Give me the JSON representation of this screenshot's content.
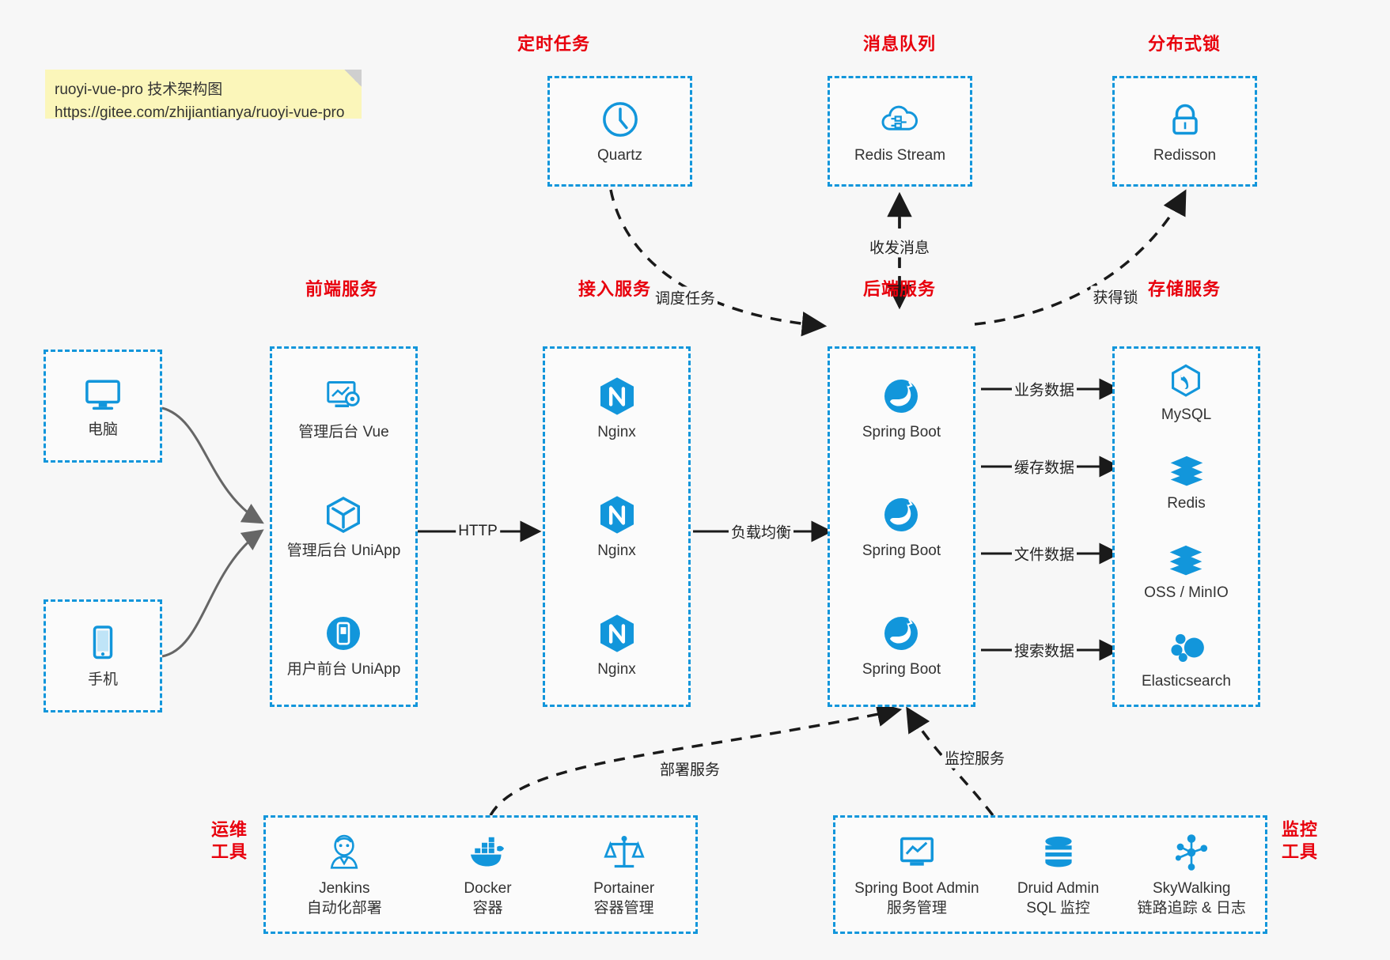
{
  "note": {
    "line1": "ruoyi-vue-pro 技术架构图",
    "line2": "https://gitee.com/zhijiantianya/ruoyi-vue-pro"
  },
  "groups": {
    "scheduled_task": "定时任务",
    "message_queue": "消息队列",
    "distributed_lock": "分布式锁",
    "frontend_service": "前端服务",
    "gateway_service": "接入服务",
    "backend_service": "后端服务",
    "storage_service": "存储服务",
    "devops_tools": "运维\n工具",
    "monitor_tools": "监控\n工具"
  },
  "clients": [
    {
      "label": "电脑",
      "icon": "desktop-icon"
    },
    {
      "label": "手机",
      "icon": "mobile-icon"
    }
  ],
  "scheduled_task": [
    {
      "label": "Quartz",
      "icon": "clock-icon"
    }
  ],
  "message_queue": [
    {
      "label": "Redis Stream",
      "icon": "cloud-stream-icon"
    }
  ],
  "distributed_lock": [
    {
      "label": "Redisson",
      "icon": "lock-icon"
    }
  ],
  "frontend": [
    {
      "label": "管理后台 Vue",
      "icon": "dashboard-gear-icon"
    },
    {
      "label": "管理后台 UniApp",
      "icon": "cube-icon"
    },
    {
      "label": "用户前台 UniApp",
      "icon": "phone-app-icon"
    }
  ],
  "gateway": [
    {
      "label": "Nginx",
      "icon": "nginx-icon"
    },
    {
      "label": "Nginx",
      "icon": "nginx-icon"
    },
    {
      "label": "Nginx",
      "icon": "nginx-icon"
    }
  ],
  "backend": [
    {
      "label": "Spring Boot",
      "icon": "spring-icon"
    },
    {
      "label": "Spring Boot",
      "icon": "spring-icon"
    },
    {
      "label": "Spring Boot",
      "icon": "spring-icon"
    }
  ],
  "storage": [
    {
      "label": "MySQL",
      "icon": "mysql-icon"
    },
    {
      "label": "Redis",
      "icon": "redis-icon"
    },
    {
      "label": "OSS / MinIO",
      "icon": "oss-icon"
    },
    {
      "label": "Elasticsearch",
      "icon": "elasticsearch-icon"
    }
  ],
  "devops": [
    {
      "label": "Jenkins",
      "sub": "自动化部署",
      "icon": "jenkins-icon"
    },
    {
      "label": "Docker",
      "sub": "容器",
      "icon": "docker-icon"
    },
    {
      "label": "Portainer",
      "sub": "容器管理",
      "icon": "portainer-icon"
    }
  ],
  "monitor": [
    {
      "label": "Spring Boot Admin",
      "sub": "服务管理",
      "icon": "monitor-screen-icon"
    },
    {
      "label": "Druid Admin",
      "sub": "SQL 监控",
      "icon": "database-icon"
    },
    {
      "label": "SkyWalking",
      "sub": "链路追踪 & 日志",
      "icon": "skywalking-icon"
    }
  ],
  "edges": {
    "http": "HTTP",
    "load_balance": "负载均衡",
    "schedule_task": "调度任务",
    "send_receive_message": "收发消息",
    "acquire_lock": "获得锁",
    "business_data": "业务数据",
    "cache_data": "缓存数据",
    "file_data": "文件数据",
    "search_data": "搜索数据",
    "deploy_service": "部署服务",
    "monitor_service": "监控服务"
  },
  "colors": {
    "accent": "#1296db",
    "group_title": "#e8000d",
    "background": "#f7f7f7",
    "note": "#fbf6ba"
  }
}
